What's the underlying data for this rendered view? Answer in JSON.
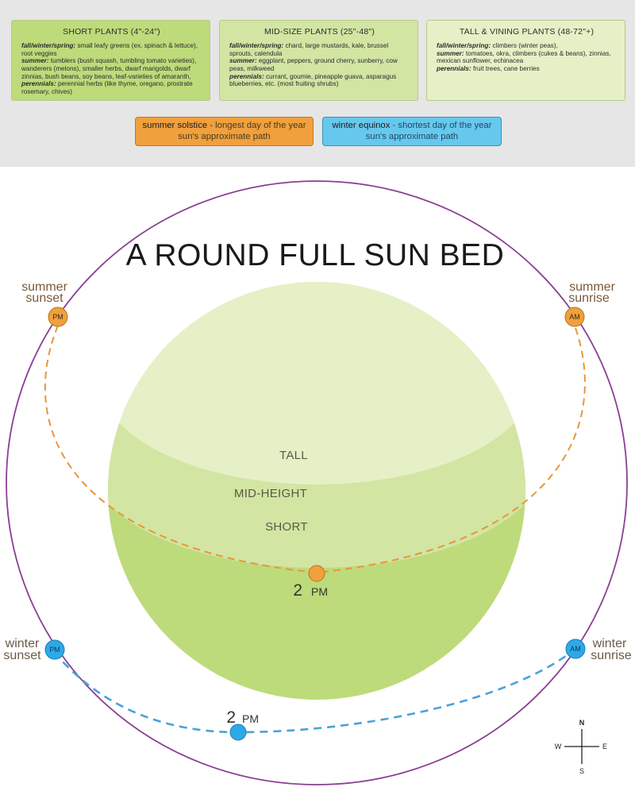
{
  "legend": {
    "short": {
      "title": "SHORT PLANTS (4\"-24\")",
      "rows": [
        {
          "label": "fall/winter/spring:",
          "text": " small leafy greens (ex. spinach & lettuce), root veggies"
        },
        {
          "label": "summer:",
          "text": " tumblers (bush squash, tumbling tomato varieties), wanderers (melons), smaller herbs, dwarf marigolds, dwarf zinnias, bush beans, soy beans, leaf-varieties of amaranth,"
        },
        {
          "label": "perennials:",
          "text": " perennial herbs (like thyme, oregano, prostrate rosemary, chives)"
        }
      ]
    },
    "mid": {
      "title": "MID-SIZE PLANTS (25\"-48\")",
      "rows": [
        {
          "label": "fall/winter/spring:",
          "text": " chard, large mustards, kale, brussel sprouts, calendula"
        },
        {
          "label": "summer:",
          "text": " eggplant, peppers, ground cherry, sunberry, cow peas, milkweed"
        },
        {
          "label": "perennials:",
          "text": " currant, goumie, pineapple guava, asparagus blueberries, etc. (most fruiting shrubs)"
        }
      ]
    },
    "tall": {
      "title": "TALL & VINING PLANTS (48-72\"+)",
      "rows": [
        {
          "label": "fall/winter/spring:",
          "text": "  climbers (winter peas),"
        },
        {
          "label": "summer:",
          "text": " tomatoes, okra, climbers (cukes & beans), zinnias, mexican sunflower, echinacea"
        },
        {
          "label": "perennials:",
          "text": " fruit trees, cane berries"
        }
      ]
    }
  },
  "key": {
    "summer": {
      "name": "summer solstice",
      "desc": " - longest day of the year",
      "line2": "sun's approximate path",
      "color": "#f0a03d"
    },
    "winter": {
      "name": "winter equinox",
      "desc": " - shortest day of the year",
      "line2": "sun's approximate path",
      "color": "#67c8ee"
    }
  },
  "diagram": {
    "title": "A ROUND FULL SUN BED",
    "zones": {
      "tall": "TALL",
      "mid": "MID-HEIGHT",
      "short": "SHORT"
    },
    "summer_sunset": [
      "summer",
      "sunset"
    ],
    "summer_sunrise": [
      "summer",
      "sunrise"
    ],
    "winter_sunset": [
      "winter",
      "sunset"
    ],
    "winter_sunrise": [
      "winter",
      "sunrise"
    ],
    "pm_marker": "PM",
    "am_marker": "AM",
    "time_number": "2",
    "time_suffix": "PM",
    "colors": {
      "ring": "#8a3f93",
      "summer_path": "#e8963a",
      "winter_path": "#4aa3d6",
      "bed_tall": "#e6f0c6",
      "bed_mid": "#d2e5a3",
      "bed_short": "#bddb7a"
    }
  },
  "compass": {
    "n": "N",
    "s": "S",
    "e": "E",
    "w": "W"
  }
}
